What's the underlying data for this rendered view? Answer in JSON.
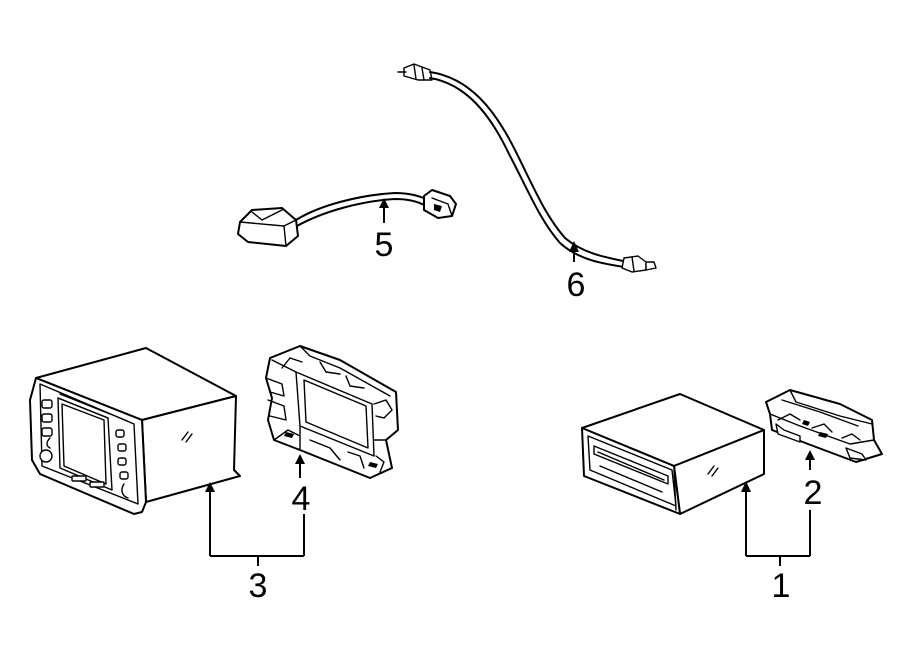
{
  "callouts": [
    {
      "id": "1",
      "label": "1"
    },
    {
      "id": "2",
      "label": "2"
    },
    {
      "id": "3",
      "label": "3"
    },
    {
      "id": "4",
      "label": "4"
    },
    {
      "id": "5",
      "label": "5"
    },
    {
      "id": "6",
      "label": "6"
    }
  ],
  "icons": {
    "part_1": "cd-changer-unit",
    "part_2": "cd-changer-bracket",
    "part_3": "navigation-radio-unit",
    "part_4": "radio-mounting-bracket",
    "part_5": "gps-antenna-cable",
    "part_6": "antenna-extension-cable"
  }
}
